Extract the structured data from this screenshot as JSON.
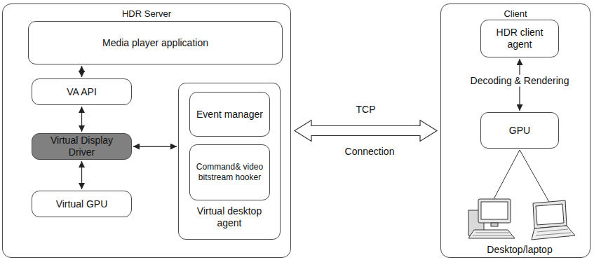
{
  "diagram": {
    "nodes": [
      {
        "text": [
          "HDR Server"
        ]
      },
      {
        "text": [
          "Media player application"
        ],
        "in": 0
      },
      {
        "text": [
          "VA API"
        ],
        "in": 0
      },
      {
        "text": [
          "Virtual Display Driver"
        ],
        "in": 0
      },
      {
        "text": [
          "Virtual GPU"
        ],
        "in": 0
      },
      {
        "text": [
          "Virtual desktop agent"
        ],
        "in": 0
      },
      {
        "text": [
          "Event manager"
        ],
        "in": 5
      },
      {
        "text": [
          "Command& video bitstream hooker"
        ],
        "in": 5
      },
      {
        "text": [
          "Client"
        ]
      },
      {
        "text": [
          "HDR client agent"
        ],
        "in": 8
      },
      {
        "text": [
          "GPU"
        ],
        "in": 8
      }
    ],
    "edges": [
      {
        "from": 1,
        "to": 2,
        "arrow": "both"
      },
      {
        "from": 2,
        "to": 3,
        "arrow": "both"
      },
      {
        "from": 3,
        "to": 4,
        "arrow": "both"
      },
      {
        "from": 3,
        "to": 5,
        "arrow": "both"
      },
      {
        "from": 0,
        "to": 8,
        "label": "TCP",
        "arrow": "both"
      },
      {
        "from": 9,
        "to": 10,
        "label": "Decoding & Rendering",
        "arrow": "both"
      }
    ],
    "labels": [
      "Connection",
      "Desktop/laptop"
    ]
  }
}
